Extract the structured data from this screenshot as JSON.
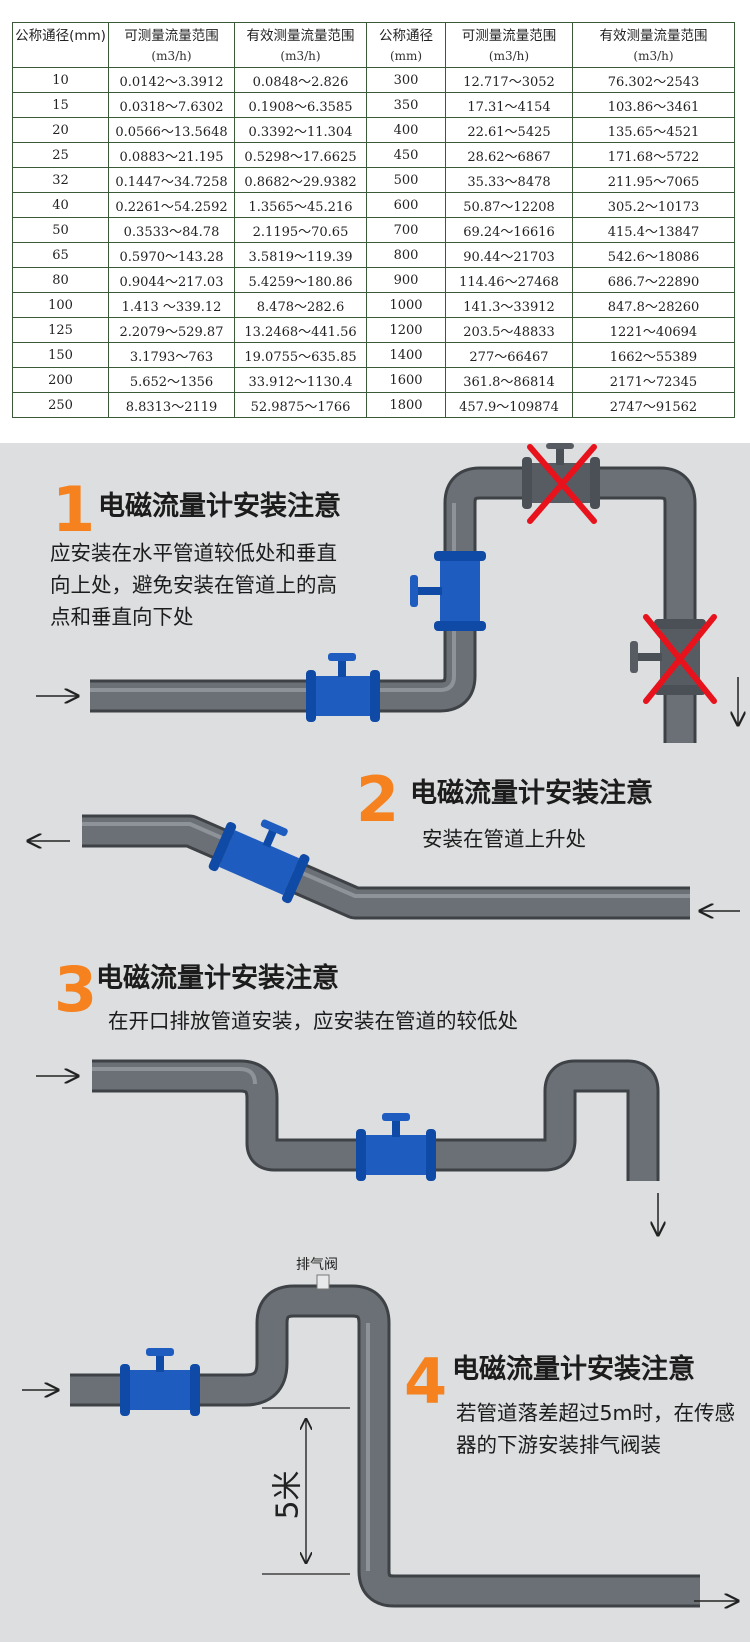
{
  "table": {
    "headers": [
      "公称通径(mm)",
      "可测量流量范围",
      "有效测量流量范围",
      "公称通径",
      "可测量流量范围",
      "有效测量流量范围"
    ],
    "units": [
      "",
      "(m3/h)",
      "(m3/h)",
      "(mm)",
      "(m3/h)",
      "(m3/h)"
    ],
    "rows": [
      [
        "10",
        "0.0142～3.3912",
        "0.0848～2.826",
        "300",
        "12.717～3052",
        "76.302～2543"
      ],
      [
        "15",
        "0.0318～7.6302",
        "0.1908～6.3585",
        "350",
        "17.31～4154",
        "103.86～3461"
      ],
      [
        "20",
        "0.0566～13.5648",
        "0.3392～11.304",
        "400",
        "22.61～5425",
        "135.65～4521"
      ],
      [
        "25",
        "0.0883～21.195",
        "0.5298～17.6625",
        "450",
        "28.62～6867",
        "171.68～5722"
      ],
      [
        "32",
        "0.1447～34.7258",
        "0.8682～29.9382",
        "500",
        "35.33～8478",
        "211.95～7065"
      ],
      [
        "40",
        "0.2261～54.2592",
        "1.3565～45.216",
        "600",
        "50.87～12208",
        "305.2～10173"
      ],
      [
        "50",
        "0.3533～84.78",
        "2.1195～70.65",
        "700",
        "69.24～16616",
        "415.4～13847"
      ],
      [
        "65",
        "0.5970～143.28",
        "3.5819～119.39",
        "800",
        "90.44～21703",
        "542.6～18086"
      ],
      [
        "80",
        "0.9044～217.03",
        "5.4259～180.86",
        "900",
        "114.46～27468",
        "686.7～22890"
      ],
      [
        "100",
        "1.413 ～339.12",
        "8.478～282.6",
        "1000",
        "141.3～33912",
        "847.8～28260"
      ],
      [
        "125",
        "2.2079～529.87",
        "13.2468～441.56",
        "1200",
        "203.5～48833",
        "1221～40694"
      ],
      [
        "150",
        "3.1793～763",
        "19.0755～635.85",
        "1400",
        "277～66467",
        "1662～55389"
      ],
      [
        "200",
        "5.652～1356",
        "33.912～1130.4",
        "1600",
        "361.8～86814",
        "2171～72345"
      ],
      [
        "250",
        "8.8313～2119",
        "52.9875～1766",
        "1800",
        "457.9～109874",
        "2747～91562"
      ]
    ]
  },
  "sections": [
    {
      "num": "1",
      "title": "电磁流量计安装注意",
      "desc": [
        "应安装在水平管道较低处和垂直",
        "向上处，避免安装在管道上的高",
        "点和垂直向下处"
      ]
    },
    {
      "num": "2",
      "title": "电磁流量计安装注意",
      "desc": [
        "安装在管道上升处"
      ]
    },
    {
      "num": "3",
      "title": "电磁流量计安装注意",
      "desc": [
        "在开口排放管道安装，应安装在管道的较低处"
      ]
    },
    {
      "num": "4",
      "title": "电磁流量计安装注意",
      "desc": [
        "若管道落差超过5m时，在传感",
        "器的下游安装排气阀装"
      ]
    }
  ],
  "labels": {
    "vent_valve": "排气阀",
    "height": "5米"
  },
  "colors": {
    "pipe": "#5d6267",
    "meter": "#1e5cbf",
    "cross": "#e8121c",
    "accent": "#f5821f",
    "panel_bg": "#dcdedf"
  }
}
